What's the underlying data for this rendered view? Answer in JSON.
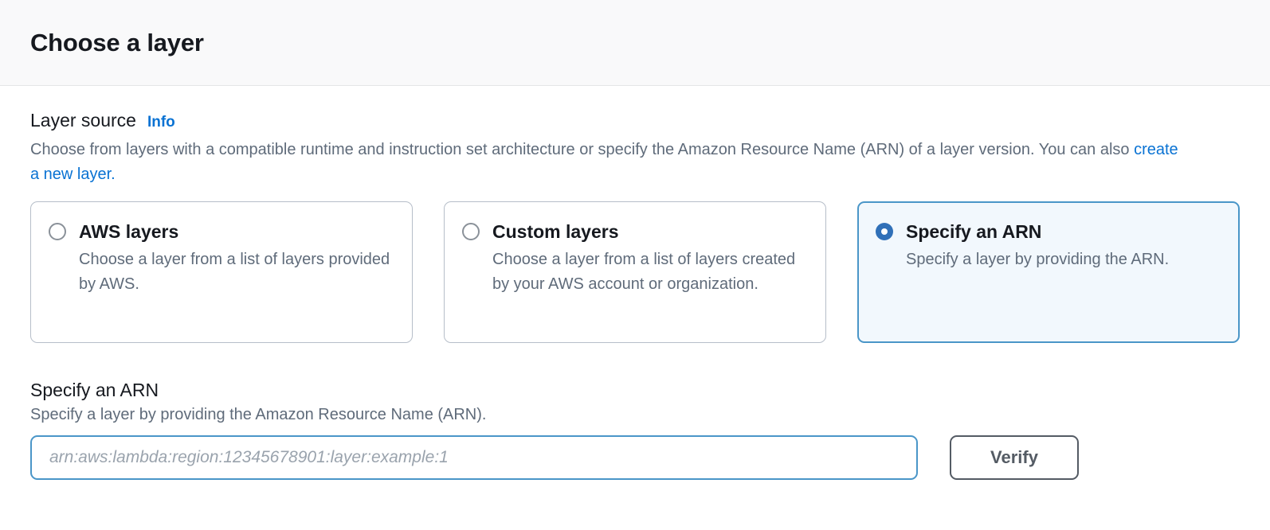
{
  "header": {
    "title": "Choose a layer"
  },
  "layer_source": {
    "label": "Layer source",
    "info_label": "Info",
    "description_before_link": "Choose from layers with a compatible runtime and instruction set architecture or specify the Amazon Resource Name (ARN) of a layer version. You can also ",
    "link_label": "create a new layer.",
    "options": [
      {
        "title": "AWS layers",
        "description": "Choose a layer from a list of layers provided by AWS.",
        "selected": false
      },
      {
        "title": "Custom layers",
        "description": "Choose a layer from a list of layers created by your AWS account or organization.",
        "selected": false
      },
      {
        "title": "Specify an ARN",
        "description": "Specify a layer by providing the ARN.",
        "selected": true
      }
    ]
  },
  "arn_section": {
    "heading": "Specify an ARN",
    "subtext": "Specify a layer by providing the Amazon Resource Name (ARN).",
    "input_value": "",
    "input_placeholder": "arn:aws:lambda:region:12345678901:layer:example:1",
    "verify_label": "Verify"
  },
  "colors": {
    "link_blue": "#0972d3",
    "selected_border": "#4a96c8",
    "selected_fill": "#f2f8fd",
    "radio_blue": "#3070b8",
    "button_border": "#545b64",
    "header_bg": "#f9f9fa"
  }
}
